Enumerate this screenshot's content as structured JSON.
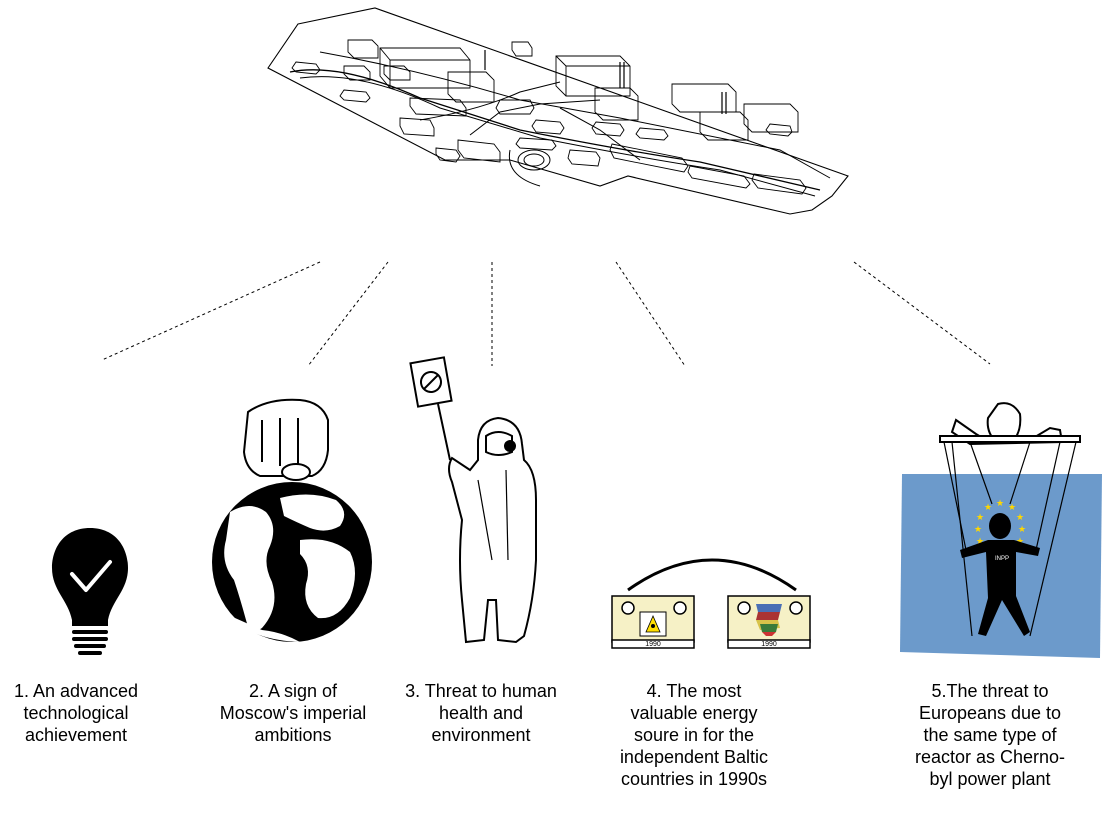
{
  "plant_map": {
    "label": "",
    "bin_label": ""
  },
  "battery_years": [
    "1990",
    "1990"
  ],
  "puppet_label": "INPP",
  "items": [
    {
      "caption_lines": [
        "1. An advanced",
        "technological",
        "achievement"
      ],
      "icon": "lightbulb-check-icon"
    },
    {
      "caption_lines": [
        "2. A sign of",
        "Moscow's imperial",
        "ambitions"
      ],
      "icon": "fist-over-globe-icon"
    },
    {
      "caption_lines": [
        "3. Threat to human",
        "health and",
        "environment"
      ],
      "icon": "hazmat-protester-icon"
    },
    {
      "caption_lines": [
        "4. The most",
        "valuable energy",
        "soure in for the",
        "independent Baltic",
        "countries in 1990s"
      ],
      "icon": "connected-batteries-icon"
    },
    {
      "caption_lines": [
        "5.The threat to",
        "Europeans due to",
        "the same type of",
        "reactor as Cherno-",
        "byl power plant"
      ],
      "icon": "eu-puppet-icon"
    }
  ],
  "colors": {
    "eu_blue": "#6c9acb",
    "eu_star": "#ffd700",
    "ink": "#000000"
  }
}
